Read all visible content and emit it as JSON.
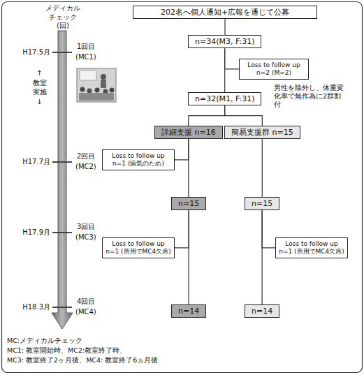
{
  "diagram": {
    "nodes": [
      {
        "text": [
          "202名へ個人通知+広報を通じて公募"
        ]
      },
      {
        "text": [
          "n=34(M3, F:31)"
        ]
      },
      {
        "text": [
          "Loss to follow up n=2 (M=2)"
        ]
      },
      {
        "text": [
          "n=32(M1, F:31)"
        ]
      },
      {
        "text": [
          "詳細支援 n=16"
        ]
      },
      {
        "text": [
          "簡易支援群 n=15"
        ]
      },
      {
        "text": [
          "Loss to follow up n=1 (病気のため)"
        ]
      },
      {
        "text": [
          "n=15"
        ]
      },
      {
        "text": [
          "n=15"
        ]
      },
      {
        "text": [
          "Loss to follow up n=1 (所用でMC4欠席)"
        ]
      },
      {
        "text": [
          "Loss to follow up n=1 (所用でMC4欠席)"
        ]
      },
      {
        "text": [
          "n=14"
        ]
      },
      {
        "text": [
          "n=14"
        ]
      }
    ],
    "edges": [
      {
        "from": 0,
        "to": 1,
        "arrow": "none"
      },
      {
        "from": 1,
        "to": 2,
        "arrow": "none"
      },
      {
        "from": 1,
        "to": 3,
        "arrow": "none"
      },
      {
        "from": 3,
        "to": 4,
        "arrow": "none"
      },
      {
        "from": 3,
        "to": 5,
        "arrow": "none"
      },
      {
        "from": 4,
        "to": 6,
        "arrow": "none"
      },
      {
        "from": 4,
        "to": 7,
        "arrow": "none"
      },
      {
        "from": 5,
        "to": 8,
        "arrow": "none"
      },
      {
        "from": 7,
        "to": 9,
        "arrow": "none"
      },
      {
        "from": 7,
        "to": 11,
        "arrow": "none"
      },
      {
        "from": 8,
        "to": 10,
        "arrow": "none"
      },
      {
        "from": 8,
        "to": 12,
        "arrow": "none"
      }
    ],
    "labels": [
      "メディカル チェック",
      "(回)",
      "1回目",
      "(MC1)",
      "H17.5月",
      "↑",
      "教室 実施",
      "↓",
      "2回目",
      "(MC2)",
      "H17.7月",
      "3回目",
      "(MC3)",
      "H17.9月",
      "4回目",
      "(MC4)",
      "H18.3月",
      "男性を除外し、体重変化率で無作為に2群割付",
      "MC:メディカルチェック",
      "MC1: 教室開始時、MC2:教室終了時、",
      "MC3: 教室終了2ヶ月後、MC4: 教室終了6ヵ月後"
    ]
  }
}
